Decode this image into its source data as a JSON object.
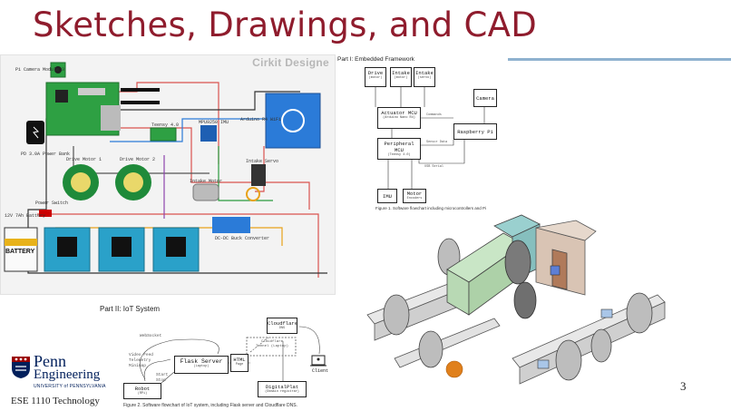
{
  "slide": {
    "title": "Sketches, Drawings, and CAD",
    "page_number": "3",
    "footer_course": "ESE 1110 Technology",
    "logo": {
      "line1": "Penn",
      "line2": "Engineering",
      "line3": "UNIVERSITY of PENNSYLVANIA"
    }
  },
  "wiring": {
    "brand": "Cirkit Designe",
    "labels": {
      "camera": "Pi Camera Module 3",
      "powerbank": "PD 3.0A Power Bank",
      "drive_motor_1": "Drive Motor 1",
      "drive_motor_2": "Drive Motor 2",
      "intake_motor": "Intake Motor",
      "arduino": "Arduino R4 WiFi",
      "battery_label": "12V 7Ah Battery",
      "power_switch": "Power Switch",
      "battery_text": "BATTERY",
      "buck": "DC-DC Buck Converter",
      "servo": "Intake Servo",
      "teensy": "Teensy 4.0",
      "imu": "MPU9250 IMU"
    }
  },
  "embedded": {
    "title": "Part I: Embedded Framework",
    "caption": "Figure 1. Software flowchart including microcontrollers and Pi",
    "boxes": {
      "drive": {
        "label": "Drive",
        "sub": "(motor)"
      },
      "intake1": {
        "label": "Intake",
        "sub": "(motor)"
      },
      "intake2": {
        "label": "Intake",
        "sub": "(servo)"
      },
      "camera": {
        "label": "Camera"
      },
      "actuator": {
        "label": "Actuator MCU",
        "sub": "(Arduino Nano R4)"
      },
      "peripheral": {
        "label": "Peripheral MCU",
        "sub": "(Teensy 4.0)"
      },
      "pi": {
        "label": "Raspberry Pi"
      },
      "imu": {
        "label": "IMU"
      },
      "encoders": {
        "label": "Motor",
        "sub": "Encoders"
      }
    },
    "edges": {
      "commands": "Commands",
      "sensor_data": "Sensor Data",
      "usb_serial": "USB Serial"
    }
  },
  "iot": {
    "title": "Part II: IoT System",
    "caption": "Figure 2. Software flowchart of IoT system, including Flask server and Cloudflare DNS.",
    "boxes": {
      "flask": {
        "label": "Flask Server",
        "sub": "(Laptop)"
      },
      "html": {
        "label": "HTML",
        "sub": "Page"
      },
      "cloudflare_dns": {
        "label": "Cloudflare",
        "sub": "DNS"
      },
      "tunnel": {
        "label": "Cloudflare",
        "sub": "Tunnel (Laptop)"
      },
      "digitalplat": {
        "label": "DigitalPlat",
        "sub": "(Domain registrar)"
      },
      "robot": {
        "label": "Robot",
        "sub": "(RPi)"
      },
      "client": "Client"
    },
    "edges": {
      "websocket": "WebSocket",
      "video_feed": "Video Feed",
      "telemetry": "Telemetry",
      "minimap": "Minimap",
      "start": "Start",
      "stop": "Stop"
    }
  },
  "colors": {
    "title": "#8f1c2d",
    "accent_line": "#8fb2cf",
    "penn_blue": "#011f5b",
    "penn_red": "#990000"
  }
}
